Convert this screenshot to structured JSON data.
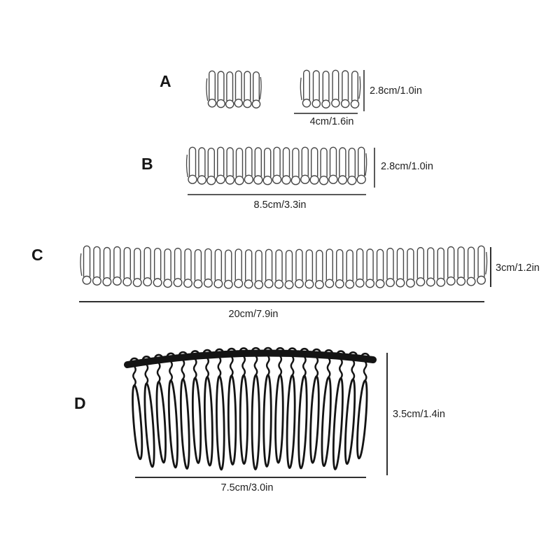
{
  "figure": {
    "type": "product-size-diagram",
    "subject": "wire hair pin combs size chart",
    "colors": {
      "wire": "#474747",
      "wire_black": "#141414",
      "dim_line": "#5a5a5a",
      "dim_line_dark": "#303030",
      "text": "#212121"
    },
    "items": [
      {
        "letter": "A",
        "style": "wire-pin-comb",
        "combs_teeth": [
          6,
          6
        ],
        "height_label": "2.8cm/1.0in",
        "width_label": "4cm/1.6in"
      },
      {
        "letter": "B",
        "style": "wire-pin-comb",
        "combs_teeth": [
          19
        ],
        "height_label": "2.8cm/1.0in",
        "width_label": "8.5cm/3.3in"
      },
      {
        "letter": "C",
        "style": "wire-pin-comb",
        "combs_teeth": [
          40
        ],
        "height_label": "3cm/1.2in",
        "width_label": "20cm/7.9in"
      },
      {
        "letter": "D",
        "style": "twisted-loop-comb-with-bar",
        "combs_teeth": [
          20
        ],
        "height_label": "3.5cm/1.4in",
        "width_label": "7.5cm/3.0in"
      }
    ]
  }
}
